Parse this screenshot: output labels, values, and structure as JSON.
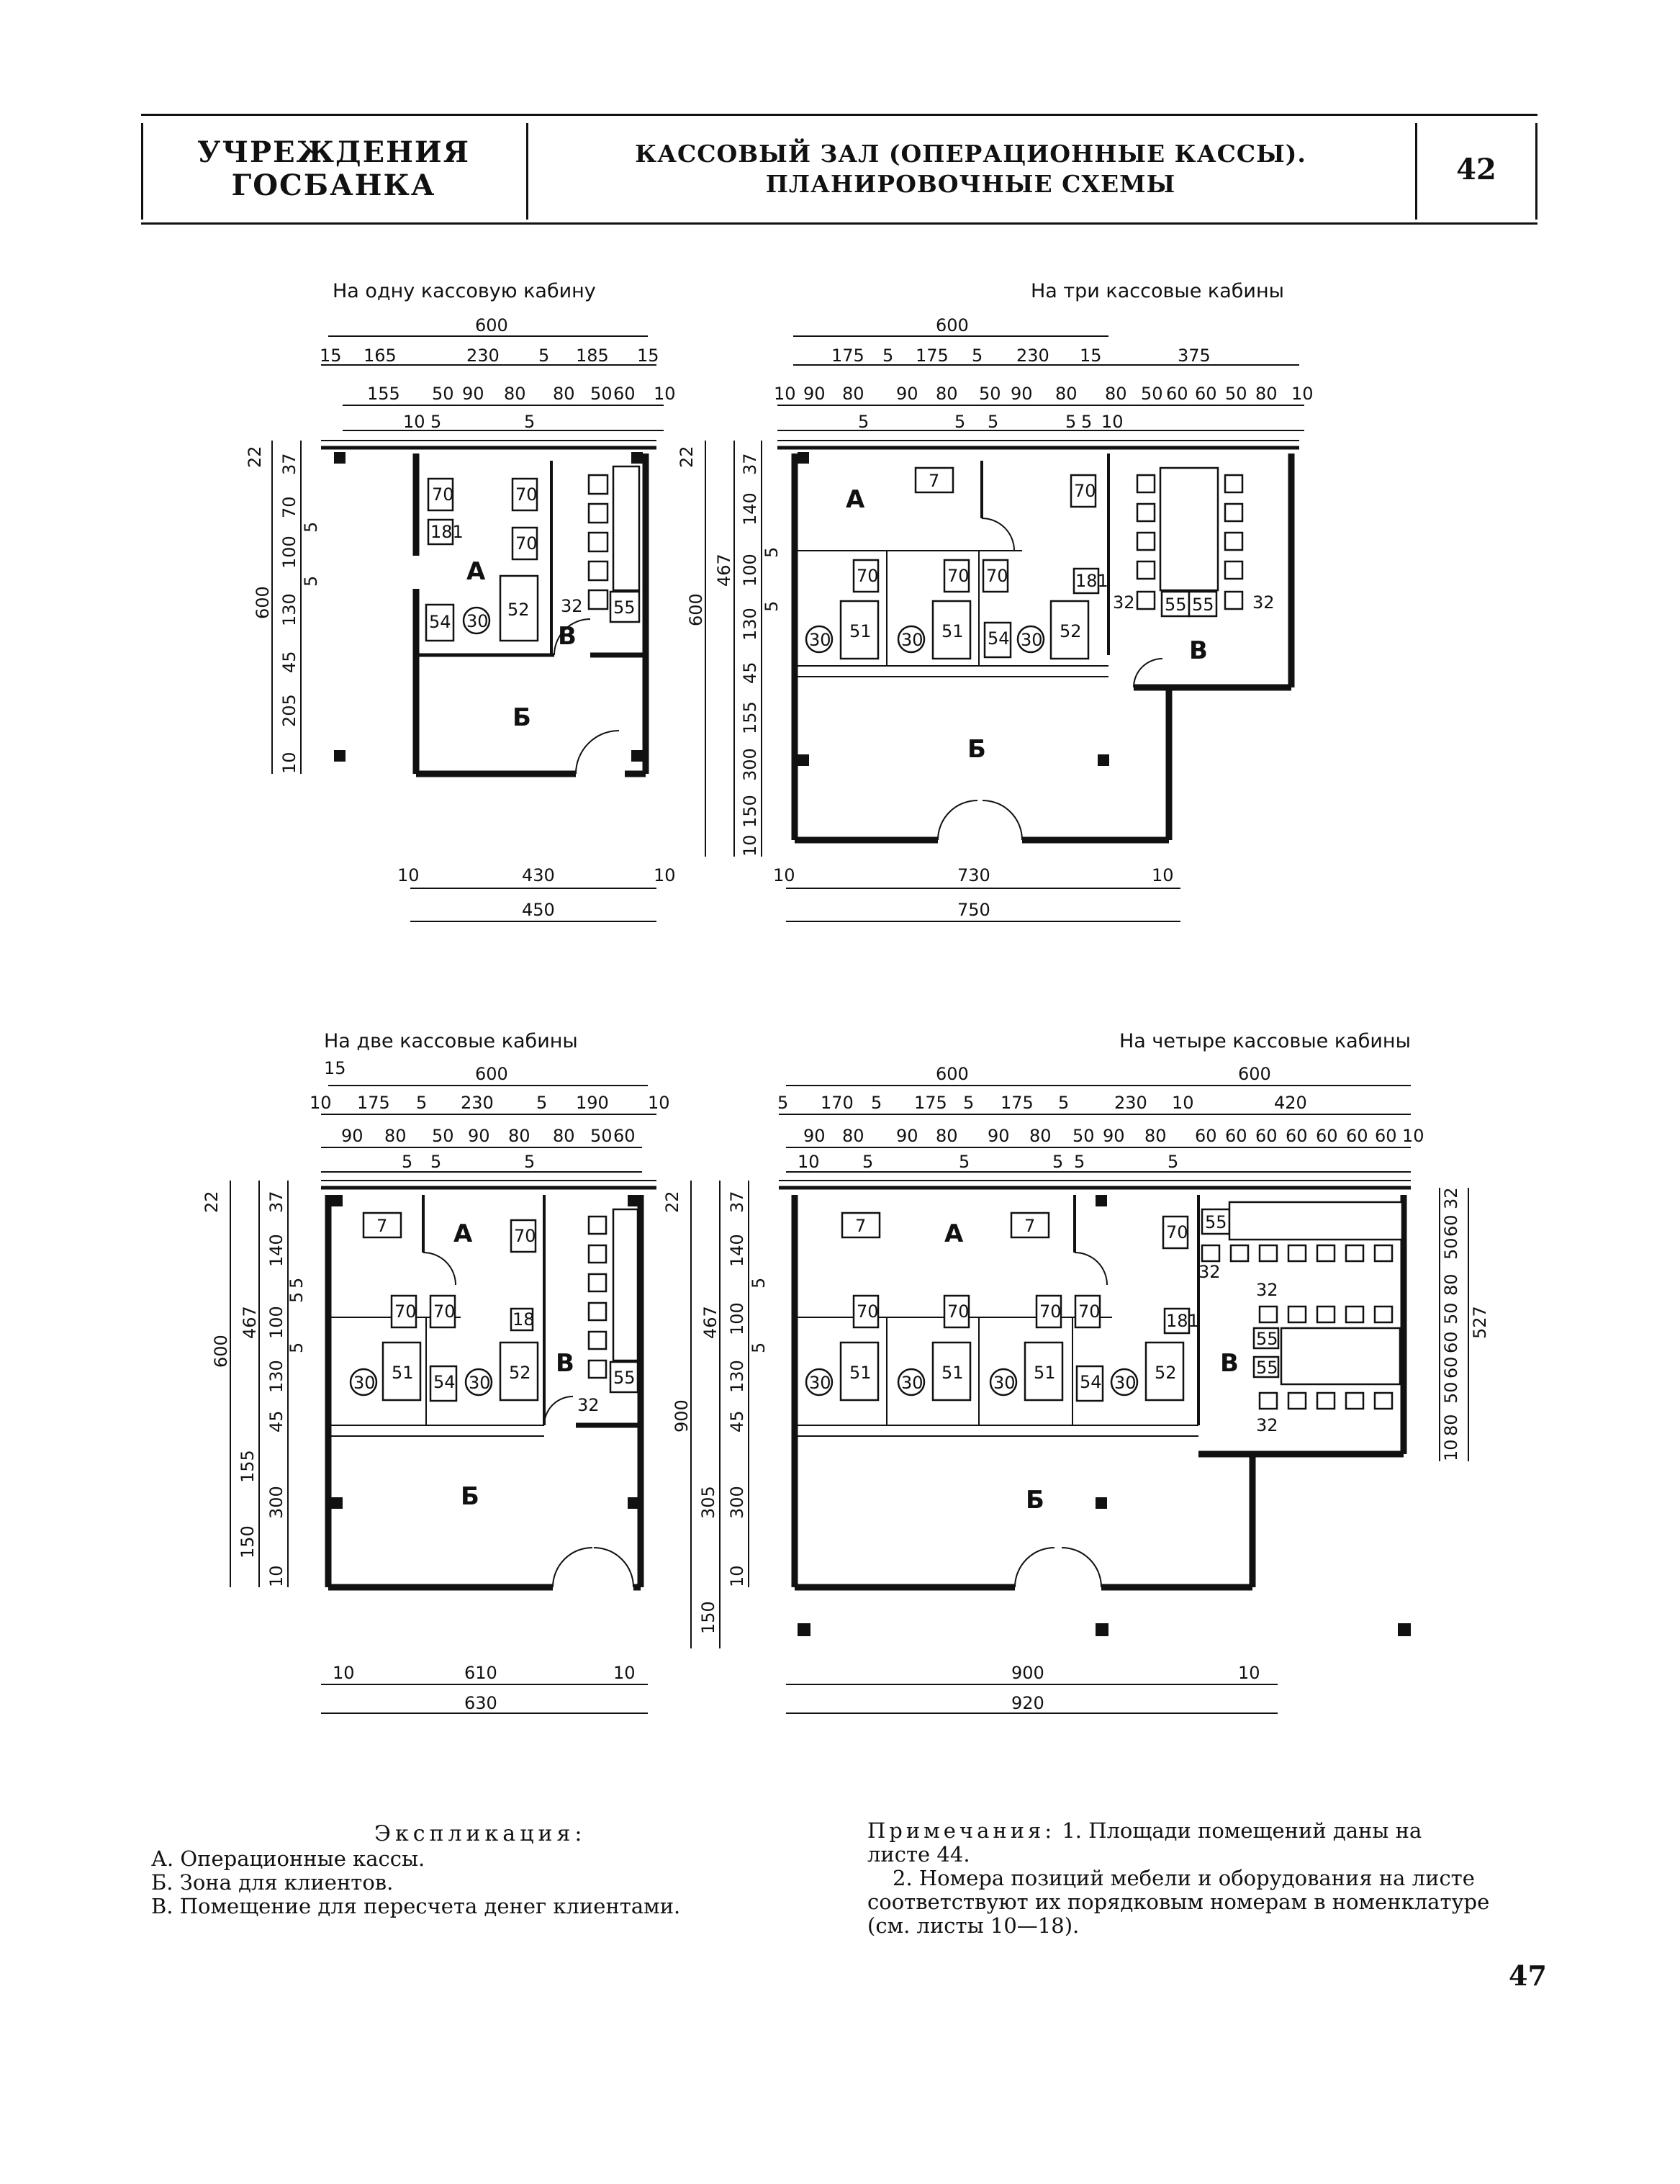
{
  "header": {
    "section_line1": "УЧРЕЖДЕНИЯ",
    "section_line2": "ГОСБАНКА",
    "title_line1": "КАССОВЫЙ ЗАЛ (ОПЕРАЦИОННЫЕ КАССЫ).",
    "title_line2": "ПЛАНИРОВОЧНЫЕ СХЕМЫ",
    "sheet_number": "42"
  },
  "plans": {
    "one": {
      "caption": "На одну кассовую кабину",
      "overall_width": "600",
      "dims_row1": [
        "15",
        "165",
        "230",
        "5",
        "185",
        "15"
      ],
      "dims_row2": [
        "155",
        "50",
        "90",
        "80",
        "80",
        "50",
        "60",
        "10"
      ],
      "dims_row3": [
        "10",
        "5",
        "5"
      ],
      "left_dims": [
        "22",
        "37",
        "70",
        "100",
        "5",
        "130",
        "5",
        "45",
        "205",
        "10"
      ],
      "height_total": "600",
      "bottom_inner": "430",
      "bottom_left": "10",
      "bottom_right": "10",
      "bottom_total": "450",
      "zone_a": "А",
      "zone_b": "Б",
      "zone_v": "В",
      "items": [
        "70",
        "70",
        "181",
        "70",
        "54",
        "30",
        "52",
        "32",
        "55"
      ]
    },
    "three": {
      "caption": "На три кассовые кабины",
      "overall_width": "600",
      "dims_row1": [
        "175",
        "5",
        "175",
        "5",
        "230",
        "15",
        "375"
      ],
      "dims_row2": [
        "10",
        "90",
        "80",
        "90",
        "80",
        "50",
        "90",
        "80",
        "80",
        "50",
        "60",
        "60",
        "50",
        "80",
        "10"
      ],
      "dims_row3": [
        "5",
        "5",
        "5",
        "5",
        "5",
        "10"
      ],
      "left_dims": [
        "22",
        "37",
        "140",
        "5",
        "100",
        "5",
        "130",
        "45",
        "155",
        "300",
        "150",
        "10"
      ],
      "height_total": "600",
      "height_sub": "467",
      "bottom_inner": "730",
      "bottom_left": "10",
      "bottom_right": "10",
      "bottom_total": "750",
      "zone_a": "А",
      "zone_b": "Б",
      "zone_v": "В",
      "items": [
        "7",
        "70",
        "70",
        "70",
        "70",
        "181",
        "30",
        "51",
        "30",
        "51",
        "54",
        "30",
        "52",
        "32",
        "55",
        "55",
        "32"
      ]
    },
    "two": {
      "caption": "На две кассовые кабины",
      "overall_width": "600",
      "dims_row1": [
        "15",
        "10",
        "175",
        "5",
        "230",
        "5",
        "190",
        "10"
      ],
      "dims_row2": [
        "90",
        "80",
        "50",
        "90",
        "80",
        "80",
        "50",
        "60"
      ],
      "dims_row3": [
        "5",
        "5",
        "5"
      ],
      "left_dims": [
        "22",
        "37",
        "140",
        "5",
        "5",
        "100",
        "5",
        "130",
        "45",
        "155",
        "300",
        "150",
        "10"
      ],
      "height_total": "600",
      "height_sub": "467",
      "bottom_inner": "610",
      "bottom_left": "10",
      "bottom_right": "10",
      "bottom_total": "630",
      "zone_a": "А",
      "zone_b": "Б",
      "zone_v": "В",
      "items": [
        "7",
        "70",
        "70",
        "70",
        "18",
        "30",
        "51",
        "54",
        "30",
        "52",
        "32",
        "55"
      ]
    },
    "four": {
      "caption": "На четыре кассовые кабины",
      "width_left": "600",
      "width_right": "600",
      "dims_row1": [
        "5",
        "170",
        "5",
        "175",
        "5",
        "175",
        "5",
        "230",
        "10",
        "420"
      ],
      "dims_row2": [
        "90",
        "80",
        "90",
        "80",
        "90",
        "80",
        "50",
        "90",
        "80",
        "60",
        "60",
        "60",
        "60",
        "60",
        "60",
        "60",
        "10"
      ],
      "dims_row3": [
        "10",
        "5",
        "5",
        "5",
        "5",
        "5"
      ],
      "left_dims": [
        "22",
        "37",
        "140",
        "5",
        "100",
        "5",
        "130",
        "45",
        "305",
        "300",
        "150",
        "10"
      ],
      "height_total": "900",
      "height_sub": "467",
      "right_dims": [
        "32",
        "60",
        "50",
        "80",
        "50",
        "60",
        "60",
        "50",
        "80",
        "10"
      ],
      "right_total": "527",
      "bottom_inner": "900",
      "bottom_right": "10",
      "bottom_total": "920",
      "zone_a": "А",
      "zone_b": "Б",
      "zone_v": "В",
      "items": [
        "7",
        "7",
        "70",
        "55",
        "70",
        "70",
        "70",
        "70",
        "181",
        "32",
        "32",
        "30",
        "51",
        "30",
        "51",
        "30",
        "51",
        "54",
        "30",
        "52",
        "55",
        "55",
        "32"
      ]
    }
  },
  "legend": {
    "title": "Экспликация:",
    "a": "А. Операционные кассы.",
    "b": "Б. Зона для клиентов.",
    "v": "В. Помещение для пересчета денег клиентами."
  },
  "notes": {
    "heading": "Примечания:",
    "note1_line1": "1. Площади помещений даны на",
    "note1_line2": "листе 44.",
    "note2_line1": "2. Номера позиций мебели и оборудования на листе",
    "note2_line2": "соответствуют их порядковым номерам в номенклатуре",
    "note2_line3": "(см. листы 10—18)."
  },
  "page_number": "47"
}
